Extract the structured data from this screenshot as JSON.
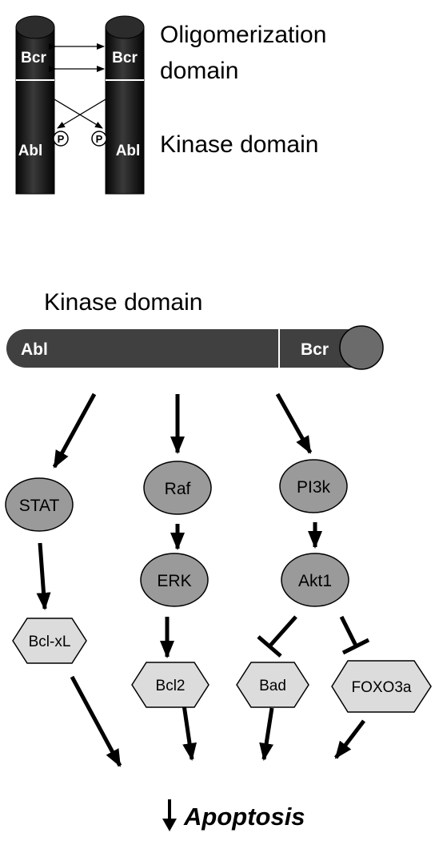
{
  "top_panel": {
    "left_bar": {
      "bcr_label": "Bcr",
      "abl_label": "Abl",
      "phospho_label": "P"
    },
    "right_bar": {
      "bcr_label": "Bcr",
      "abl_label": "Abl",
      "phospho_label": "P"
    },
    "oligomerization_label_line1": "Oligomerization",
    "oligomerization_label_line2": "domain",
    "kinase_label": "Kinase domain"
  },
  "bottom_panel": {
    "kinase_domain_label": "Kinase domain",
    "fusion_bar": {
      "abl_label": "Abl",
      "bcr_label": "Bcr"
    },
    "pathways": {
      "stat": "STAT",
      "raf": "Raf",
      "pi3k": "PI3k",
      "erk": "ERK",
      "akt1": "Akt1",
      "bcl_xl": "Bcl-xL",
      "bcl2": "Bcl2",
      "bad": "Bad",
      "foxo3a": "FOXO3a"
    },
    "apoptosis_arrow": "↓",
    "apoptosis_label": "Apoptosis"
  },
  "colors": {
    "bar_dark": "#1a1a1a",
    "fusion_bar": "#404040",
    "node_fill": "#9a9a9a",
    "hex_fill": "#dcdcdc",
    "stroke": "#000000"
  }
}
